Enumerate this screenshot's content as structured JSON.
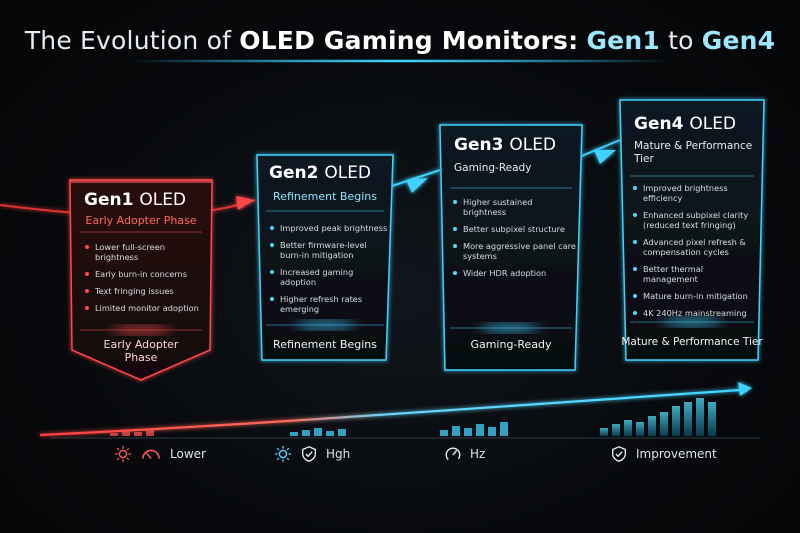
{
  "title": {
    "pre": "The Evolution of ",
    "highlight": "OLED Gaming Monitors:",
    "gen_a": "Gen1",
    "mid": " to ",
    "gen_b": "Gen4"
  },
  "cards": [
    {
      "gen": "Gen1",
      "oled": "OLED",
      "phase": "Early Adopter Phase",
      "bullets": [
        "Lower full-screen brightness",
        "Early burn-in concerns",
        "Text fringing issues",
        "Limited monitor adoption"
      ],
      "footer": [
        "Early Adopter",
        "Phase"
      ],
      "color": "#ff4a4a"
    },
    {
      "gen": "Gen2",
      "oled": "OLED",
      "phase": "Refinement Begins",
      "bullets": [
        "Improved peak brightness",
        "Better firmware-level burn-in mitigation",
        "Increased gaming adoption",
        "Higher refresh rates emerging"
      ],
      "footer": [
        "Refinement Begins"
      ],
      "color": "#3fd2ff"
    },
    {
      "gen": "Gen3",
      "oled": "OLED",
      "phase": "Gaming-Ready",
      "bullets": [
        "Higher sustained brightness",
        "Better subpixel structure",
        "More aggressive panel care systems",
        "Wider HDR adoption"
      ],
      "footer": [
        "Gaming-Ready"
      ],
      "color": "#3fd2ff"
    },
    {
      "gen": "Gen4",
      "oled": "OLED",
      "phase": "Mature & Performance Tier",
      "bullets": [
        "Improved brightness efficiency",
        "Enhanced subpixel clarity (reduced text fringing)",
        "Advanced pixel refresh & compensation cycles",
        "Better thermal management",
        "Mature burn-in mitigation",
        "4K 240Hz mainstreaming"
      ],
      "footer": [
        "Mature & Performance Tier"
      ],
      "color": "#3fd2ff"
    }
  ],
  "legend": [
    {
      "label": "Lower",
      "icons": [
        "sun-icon",
        "gauge-icon"
      ]
    },
    {
      "label": "Hgh",
      "icons": [
        "sun-icon",
        "shield-check-icon"
      ]
    },
    {
      "label": "Hz",
      "icons": [
        "speedometer-icon"
      ]
    },
    {
      "label": "Improvement",
      "icons": [
        "shield-check-icon"
      ]
    }
  ],
  "colors": {
    "accent_red": "#ff4a4a",
    "accent_cyan": "#3fd2ff",
    "background": "#07090c"
  }
}
